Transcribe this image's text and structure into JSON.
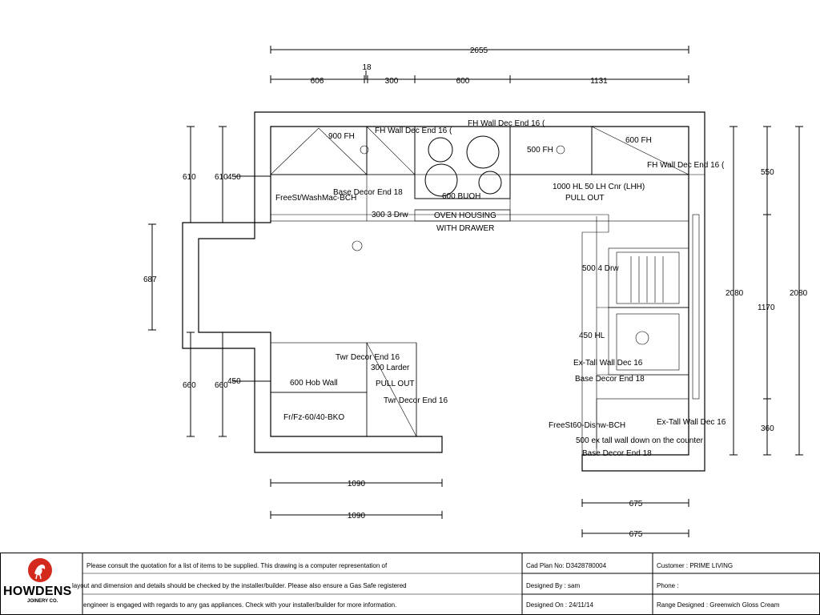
{
  "dimensions": {
    "overall_width": "2655",
    "top_segments": [
      "606",
      "18",
      "300",
      "600",
      "1131"
    ],
    "left_side": [
      "610",
      "610",
      "450",
      "687",
      "660",
      "660",
      "450"
    ],
    "right_side": [
      "2080",
      "550",
      "1170",
      "360",
      "2080"
    ],
    "bottom_left": [
      "1090",
      "1090"
    ],
    "bottom_right": [
      "675",
      "675"
    ]
  },
  "labels": {
    "fh900": "900 FH",
    "fh_wall_dec_end_a": "FH Wall Dec End 16 (",
    "fh_wall_dec_end_b": "FH Wall Dec End 16 (",
    "fh_wall_dec_end_c": "FH Wall Dec End 16 (",
    "fh500": "500 FH",
    "fh600": "600 FH",
    "washer": "FreeSt/WashMac-BCH",
    "base_decor_end_top": "Base Decor End 18",
    "buoh": "600 BUOH",
    "hl_corner": "1000 HL 50 LH Cnr (LHH)",
    "pull_out_top": "PULL OUT",
    "drw300": "300 3 Drw",
    "oven_housing": "OVEN HOUSING",
    "with_drawer": "WITH DRAWER",
    "drw500": "500 4 Drw",
    "hl450": "450 HL",
    "ex_tall_a": "Ex-Tall Wall Dec 16",
    "base_decor_end_right": "Base Decor End 18",
    "twr_decor_end_a": "Twr Decor End 16",
    "larder": "300 Larder",
    "pull_out_larder": "PULL OUT",
    "hob_wall": "600 Hob Wall",
    "twr_decor_end_b": "Twr Decor End 16",
    "fridge": "Fr/Fz-60/40-BKO",
    "dishwasher": "FreeSt60-Dishw-BCH",
    "ex_tall_b": "Ex-Tall Wall Dec 16",
    "ex_tall_counter": "500 ex tall wall down on the counter",
    "base_decor_end_bottom": "Base Decor End 18"
  },
  "footer": {
    "brand": "HOWDENS",
    "brand_sub": "JOINERY CO.",
    "notice_1": "Please consult the quotation for a list of items to be supplied. This drawing is a computer representation of",
    "notice_2": "layout and dimension and details should be checked by the installer/builder. Please also ensure a Gas Safe registered",
    "notice_3": "engineer is engaged with regards to any gas appliances. Check with your installer/builder for more information.",
    "cad_plan": "Cad Plan No: D3428780004",
    "designed_by": "Designed By : sam",
    "designed_on": "Designed On : 24/11/14",
    "customer": "Customer : PRIME LIVING",
    "phone": "Phone :",
    "range": "Range Designed : Greenwich Gloss Cream"
  },
  "colors": {
    "logo_red": "#d42a1e",
    "line": "#000000"
  }
}
